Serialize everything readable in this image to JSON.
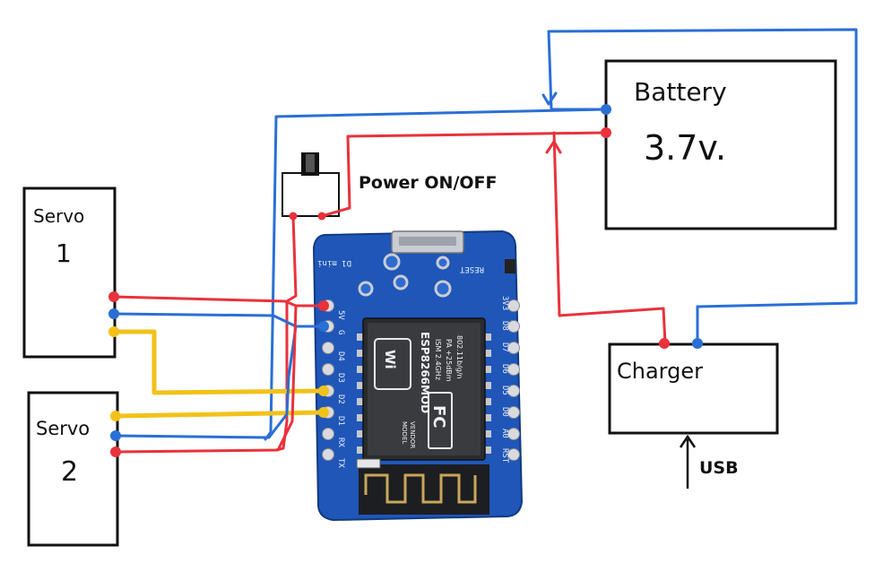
{
  "components": {
    "servo1": {
      "label_line1": "Servo",
      "label_line2": "1"
    },
    "servo2": {
      "label_line1": "Servo",
      "label_line2": "2"
    },
    "battery": {
      "label_line1": "Battery",
      "label_line2": "3.7v."
    },
    "charger": {
      "label": "Charger"
    },
    "switch": {
      "label": "Power ON/OFF"
    },
    "usb": {
      "label": "USB"
    }
  },
  "board": {
    "name": "D1 mini",
    "reset_label": "RESET",
    "left_pins": [
      "5V",
      "G",
      "D4",
      "D3",
      "D2",
      "D1",
      "RX",
      "TX"
    ],
    "right_pins": [
      "3V3",
      "D8",
      "D7",
      "D6",
      "D5",
      "D0",
      "A0",
      "RST"
    ],
    "module": {
      "model_line": "MODEL",
      "vendor_line": "VENDOR",
      "chip_text": "ESP8266MOD",
      "specs": [
        "ISM 2.4GHz",
        "PA +25dBm",
        "802.11b/g/n"
      ],
      "wifi_text": "Wi",
      "fc_text": "FC"
    }
  },
  "colors": {
    "positive_wire": "#e8323c",
    "ground_wire": "#2a6fd6",
    "signal_wire": "#f2c21a",
    "board_blue": "#1f56b8",
    "ink": "#111111"
  }
}
